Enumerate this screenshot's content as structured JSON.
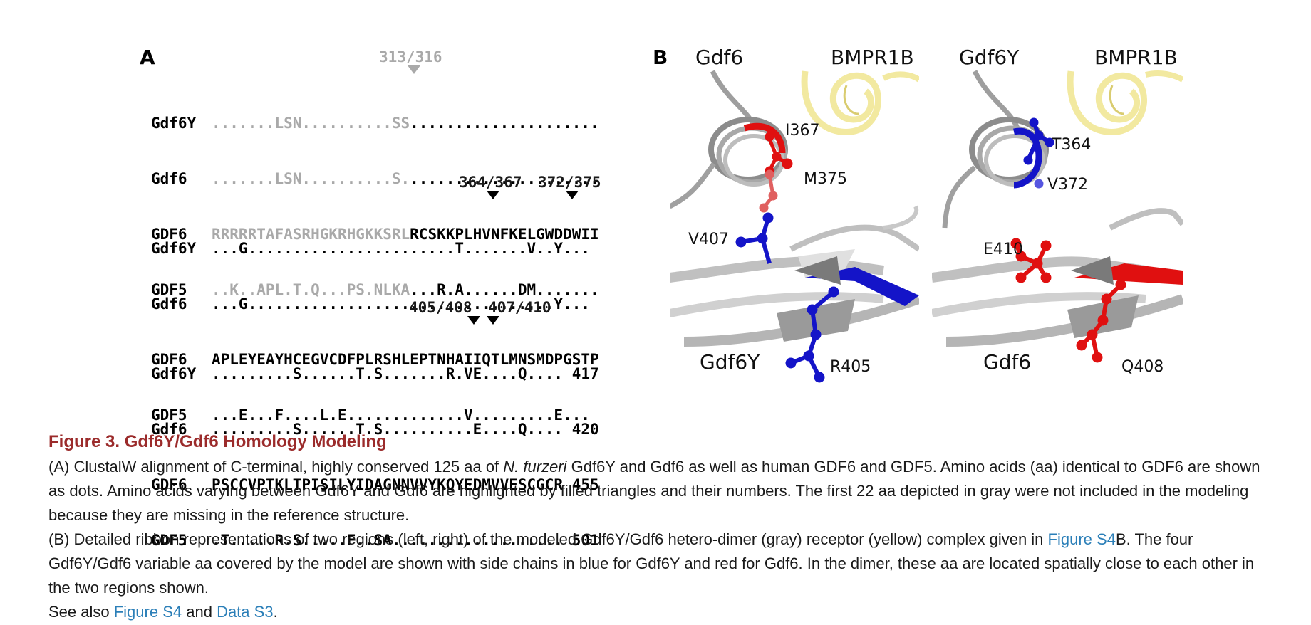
{
  "panel_a": {
    "label": "A",
    "blocks": [
      {
        "markers": [
          {
            "text": "313/316",
            "gray": true
          }
        ],
        "rows": [
          {
            "label": "Gdf6Y",
            "segments": [
              {
                "t": ".......LSN..........SS",
                "gray": true
              },
              {
                "t": ".....................",
                "gray": false
              }
            ],
            "end": ""
          },
          {
            "label": "Gdf6",
            "segments": [
              {
                "t": ".......LSN..........S.",
                "gray": true
              },
              {
                "t": ".....................",
                "gray": false
              }
            ],
            "end": ""
          },
          {
            "label": "GDF6",
            "segments": [
              {
                "t": "RRRRRTAFASRHGKRHGKKSRL",
                "gray": true
              },
              {
                "t": "RCSKKPLHVNFKELGWDDWII",
                "gray": false
              }
            ],
            "end": ""
          },
          {
            "label": "GDF5",
            "segments": [
              {
                "t": "..K..APL.T.Q...PS.NLKA",
                "gray": true
              },
              {
                "t": "...R.A......DM.......",
                "gray": false
              }
            ],
            "end": ""
          }
        ]
      },
      {
        "markers": [
          {
            "text": "364/367",
            "gray": false
          },
          {
            "text": "372/375",
            "gray": false
          }
        ],
        "rows": [
          {
            "label": "Gdf6Y",
            "segments": [
              {
                "t": "...G.......................T.......V..Y...",
                "gray": false
              }
            ],
            "end": ""
          },
          {
            "label": "Gdf6",
            "segments": [
              {
                "t": "...G..................................Y...",
                "gray": false
              }
            ],
            "end": ""
          },
          {
            "label": "GDF6",
            "segments": [
              {
                "t": "APLEYEAYHCEGVCDFPLRSHLEPTNHAIIQTLMNSMDPGSTP",
                "gray": false
              }
            ],
            "end": ""
          },
          {
            "label": "GDF5",
            "segments": [
              {
                "t": "...E...F....L.E.............V.........E...",
                "gray": false
              }
            ],
            "end": ""
          }
        ]
      },
      {
        "markers": [
          {
            "text": "405/408",
            "gray": false
          },
          {
            "text": "407/410",
            "gray": false
          }
        ],
        "rows": [
          {
            "label": "Gdf6Y",
            "segments": [
              {
                "t": ".........S......T.S.......R.VE....Q....",
                "gray": false
              }
            ],
            "end": "417"
          },
          {
            "label": "Gdf6",
            "segments": [
              {
                "t": ".........S......T.S..........E....Q....",
                "gray": false
              }
            ],
            "end": "420"
          },
          {
            "label": "GDF6",
            "segments": [
              {
                "t": "PSCCVPTKLTPISILYIDAGNNVVYKQYEDMVVESCGCR",
                "gray": false
              }
            ],
            "end": "455"
          },
          {
            "label": "GDF5",
            "segments": [
              {
                "t": ".T.....R.S.....F..SA...................",
                "gray": false
              }
            ],
            "end": "501"
          }
        ]
      }
    ]
  },
  "panel_b": {
    "label": "B",
    "left": {
      "top_left": "Gdf6",
      "top_right": "BMPR1B",
      "bottom_label": "Gdf6Y",
      "residues": {
        "r1": "I367",
        "r2": "M375",
        "r3": "V407",
        "r4": "R405"
      }
    },
    "right": {
      "top_left": "Gdf6Y",
      "top_right": "BMPR1B",
      "bottom_label": "Gdf6",
      "residues": {
        "r1": "T364",
        "r2": "V372",
        "r3": "E410",
        "r4": "Q408"
      }
    }
  },
  "caption": {
    "title": "Figure 3.  Gdf6Y/Gdf6 Homology Modeling",
    "a_pre": "(A) ClustalW alignment of C-terminal, highly conserved 125 aa of ",
    "a_italic": "N. furzeri",
    "a_post": " Gdf6Y and Gdf6 as well as human GDF6 and GDF5. Amino acids (aa) identical to GDF6 are shown as dots. Amino acids varying between Gdf6Y and Gdf6 are highlighted by filled triangles and their numbers. The first 22 aa depicted in gray were not included in the modeling because they are missing in the reference structure.",
    "b_pre": "(B) Detailed ribbon representations of two regions (left, right) of the modeled Gdf6Y/Gdf6 hetero-dimer (gray) receptor (yellow) complex given in ",
    "b_link": "Figure S4",
    "b_post": "B. The four Gdf6Y/Gdf6 variable aa covered by the model are shown with side chains in blue for Gdf6Y and red for Gdf6. In the dimer, these aa are located spatially close to each other in the two regions shown.",
    "see_pre": "See also ",
    "see_link1": "Figure S4",
    "see_mid": " and ",
    "see_link2": "Data S3",
    "see_post": "."
  },
  "colors": {
    "caption_title": "#9b2b2b",
    "link": "#2b7fb8",
    "gdf6y_blue": "#1414c8",
    "gdf6_red": "#e01010",
    "receptor_yellow": "#f2e9a0"
  }
}
